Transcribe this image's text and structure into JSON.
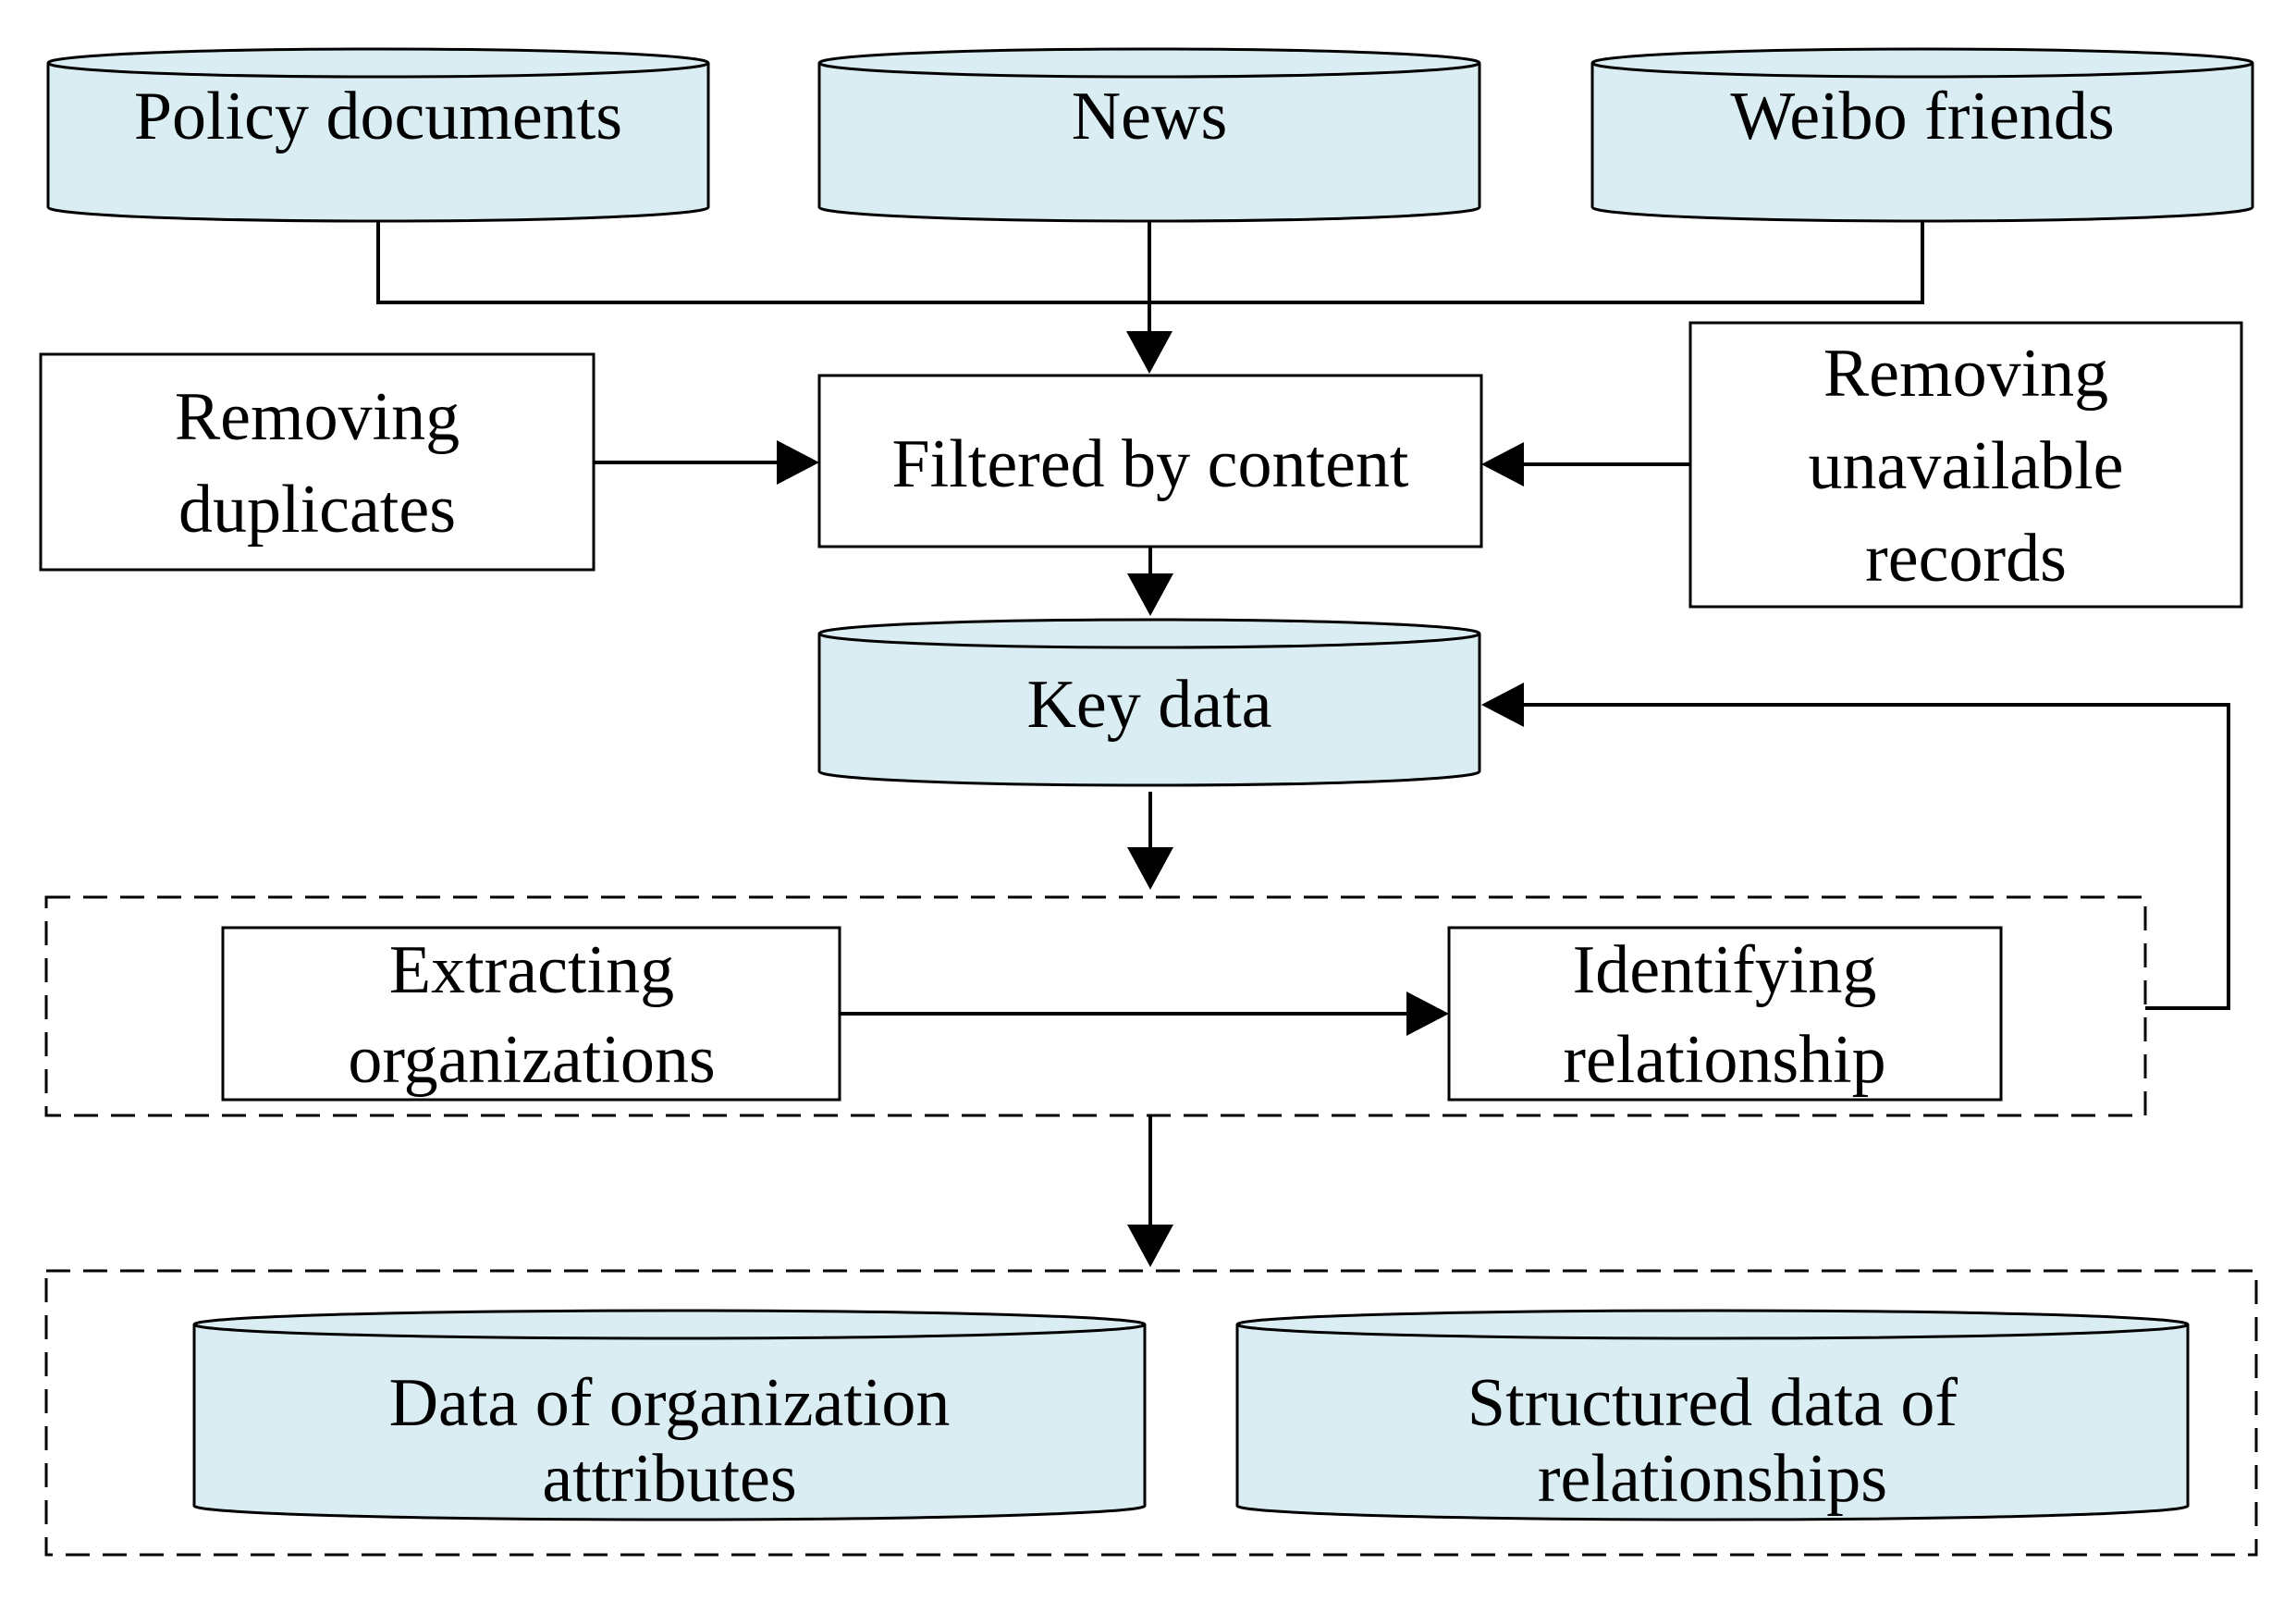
{
  "sources": {
    "policy": "Policy documents",
    "news": "News",
    "weibo": "Weibo friends"
  },
  "filter": {
    "label": "Filtered by content",
    "dedupe": [
      "Removing",
      "duplicates"
    ],
    "unavailable": [
      "Removing",
      "unavailable",
      "records"
    ]
  },
  "key_data": "Key data",
  "processing": {
    "extract": [
      "Extracting",
      "organizations"
    ],
    "identify": [
      "Identifying",
      "relationship"
    ]
  },
  "outputs": {
    "attributes": [
      "Data of organization",
      "attributes"
    ],
    "relationships": [
      "Structured data of",
      "relationships"
    ]
  },
  "colors": {
    "db_fill": "#daedf2",
    "stroke": "#000000"
  }
}
